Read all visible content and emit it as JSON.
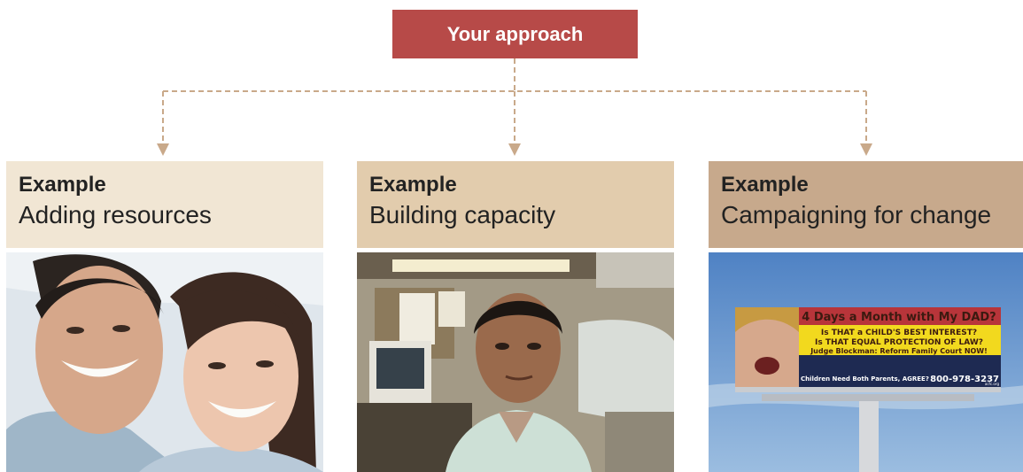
{
  "root": {
    "label": "Your approach"
  },
  "colors": {
    "root": "#b74a48",
    "connector": "#c9a98a"
  },
  "examples": [
    {
      "kicker": "Example",
      "title": "Adding resources",
      "header_color": "#f1e6d4",
      "photo": "smiling couple portrait"
    },
    {
      "kicker": "Example",
      "title": "Building capacity",
      "header_color": "#e2ccad",
      "photo": "man in workshop office"
    },
    {
      "kicker": "Example",
      "title": "Campaigning for change",
      "header_color": "#c7a98c",
      "photo": "roadside billboard"
    }
  ],
  "billboard": {
    "headline": "4 Days a Month with My DAD?",
    "line1": "Is THAT a CHILD'S BEST INTEREST?",
    "line2": "Is THAT EQUAL PROTECTION OF LAW?",
    "line3": "Judge Blockman: Reform Family Court NOW!",
    "footer": "Children Need Both Parents, AGREE?",
    "phone": "800-978-3237",
    "site": "acfc.org"
  }
}
